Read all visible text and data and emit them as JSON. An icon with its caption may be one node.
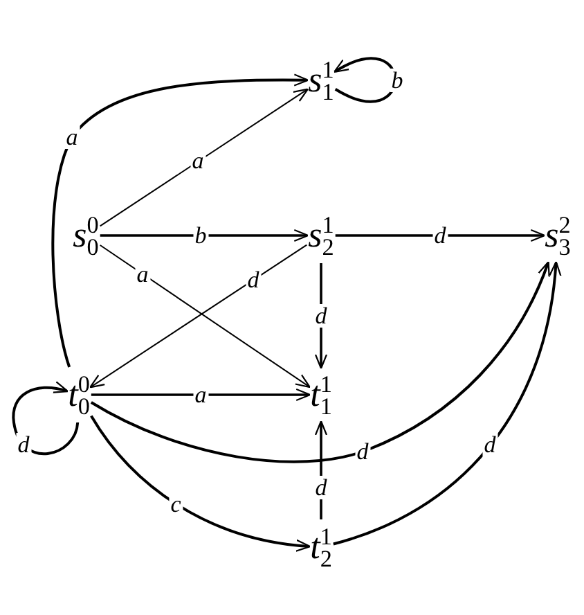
{
  "diagram": {
    "nodes": [
      {
        "text": [
          "*s*$^{1}$$_{1}$"
        ]
      },
      {
        "text": [
          "*s*$^{0}$$_{0}$"
        ]
      },
      {
        "text": [
          "*s*$^{1}$$_{2}$"
        ]
      },
      {
        "text": [
          "*s*$^{2}$$_{3}$"
        ]
      },
      {
        "text": [
          "*t*$^{0}$$_{0}$"
        ]
      },
      {
        "text": [
          "*t*$^{1}$$_{1}$"
        ]
      },
      {
        "text": [
          "*t*$^{1}$$_{2}$"
        ]
      }
    ],
    "edges": [
      {
        "from": 1,
        "to": 0,
        "label": "a",
        "arrow": "to"
      },
      {
        "from": 4,
        "to": 0,
        "label": "a",
        "arrow": "to"
      },
      {
        "from": 0,
        "to": 0,
        "label": "b",
        "arrow": "to"
      },
      {
        "from": 1,
        "to": 2,
        "label": "b",
        "arrow": "to"
      },
      {
        "from": 1,
        "to": 5,
        "label": "a",
        "arrow": "to"
      },
      {
        "from": 2,
        "to": 4,
        "label": "d",
        "arrow": "to"
      },
      {
        "from": 2,
        "to": 3,
        "label": "d",
        "arrow": "to"
      },
      {
        "from": 2,
        "to": 5,
        "label": "d",
        "arrow": "to"
      },
      {
        "from": 4,
        "to": 5,
        "label": "a",
        "arrow": "to"
      },
      {
        "from": 4,
        "to": 4,
        "label": "d",
        "arrow": "to"
      },
      {
        "from": 4,
        "to": 3,
        "label": "d",
        "arrow": "to"
      },
      {
        "from": 6,
        "to": 5,
        "label": "d",
        "arrow": "to"
      },
      {
        "from": 4,
        "to": 6,
        "label": "c",
        "arrow": "to"
      },
      {
        "from": 6,
        "to": 3,
        "label": "d",
        "arrow": "to"
      }
    ]
  }
}
